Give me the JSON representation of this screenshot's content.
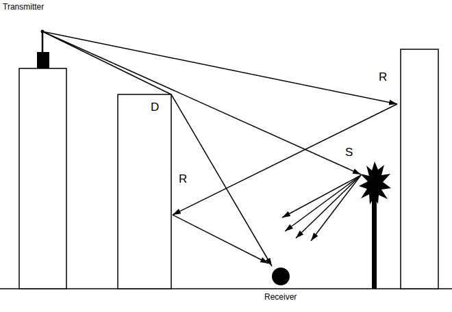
{
  "diagram": {
    "labels": [
      "Transmitter",
      "D",
      "R",
      "S",
      "R",
      "Receiver"
    ]
  }
}
